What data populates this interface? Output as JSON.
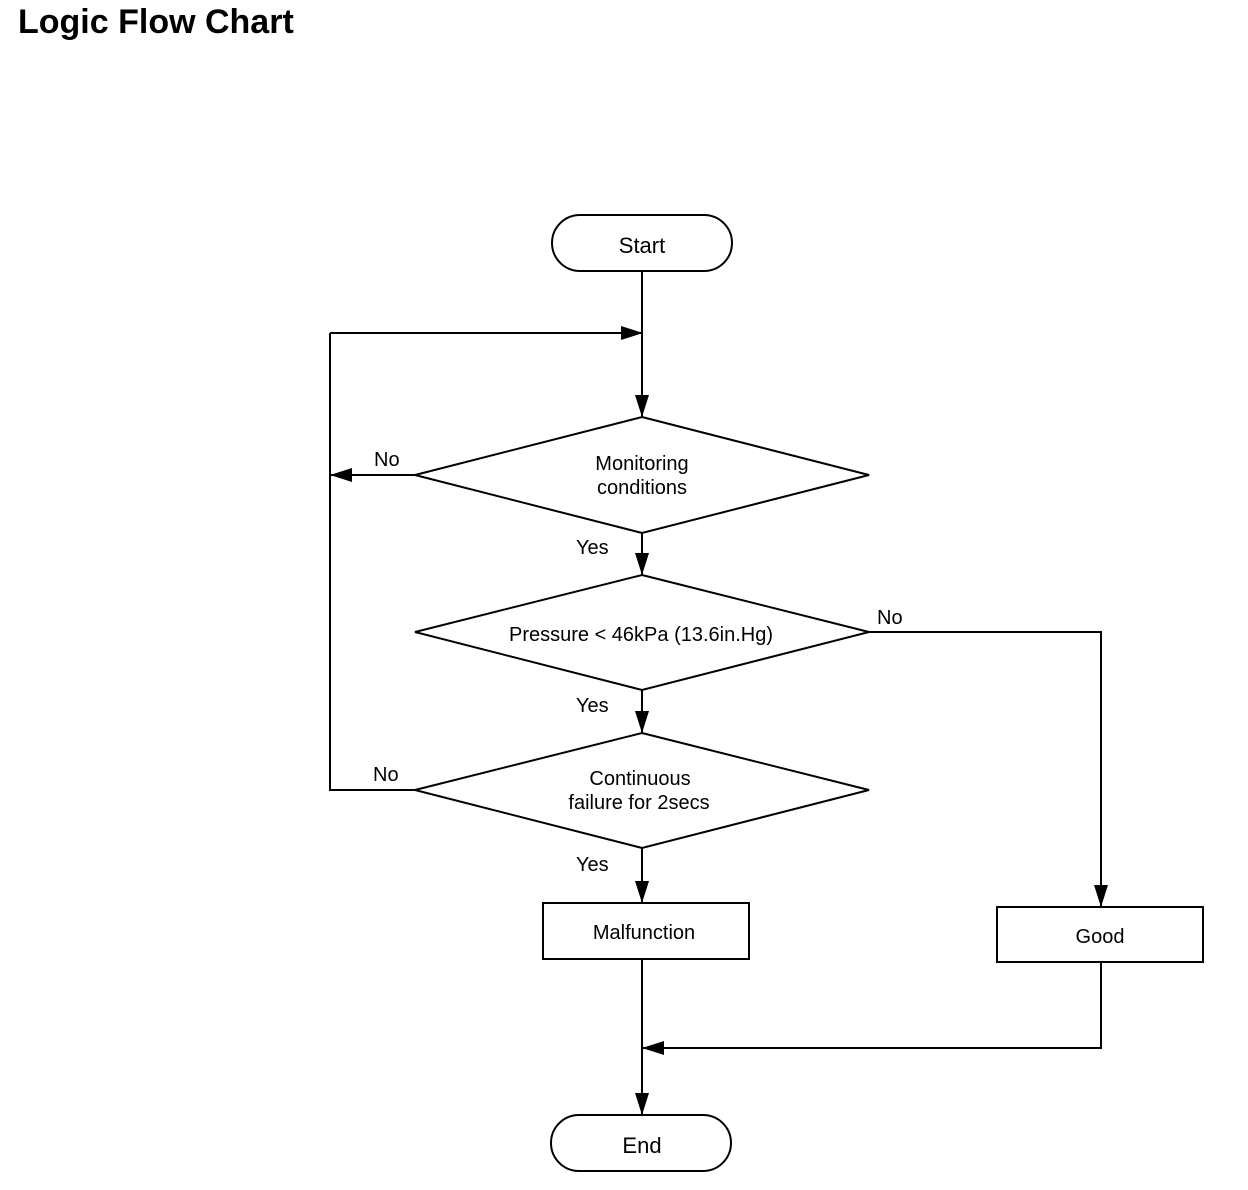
{
  "title": "Logic Flow Chart",
  "nodes": {
    "start": {
      "label": "Start"
    },
    "decision_monitoring": {
      "lines": [
        "Monitoring",
        "conditions"
      ]
    },
    "decision_pressure": {
      "lines": [
        "Pressure < 46kPa (13.6in.Hg)"
      ]
    },
    "decision_continuous": {
      "lines": [
        "Continuous",
        "failure for 2secs"
      ]
    },
    "malfunction": {
      "label": "Malfunction"
    },
    "good": {
      "label": "Good"
    },
    "end": {
      "label": "End"
    }
  },
  "edge_labels": {
    "monitoring_no": "No",
    "monitoring_yes": "Yes",
    "pressure_no": "No",
    "pressure_yes": "Yes",
    "continuous_no": "No",
    "continuous_yes": "Yes"
  }
}
